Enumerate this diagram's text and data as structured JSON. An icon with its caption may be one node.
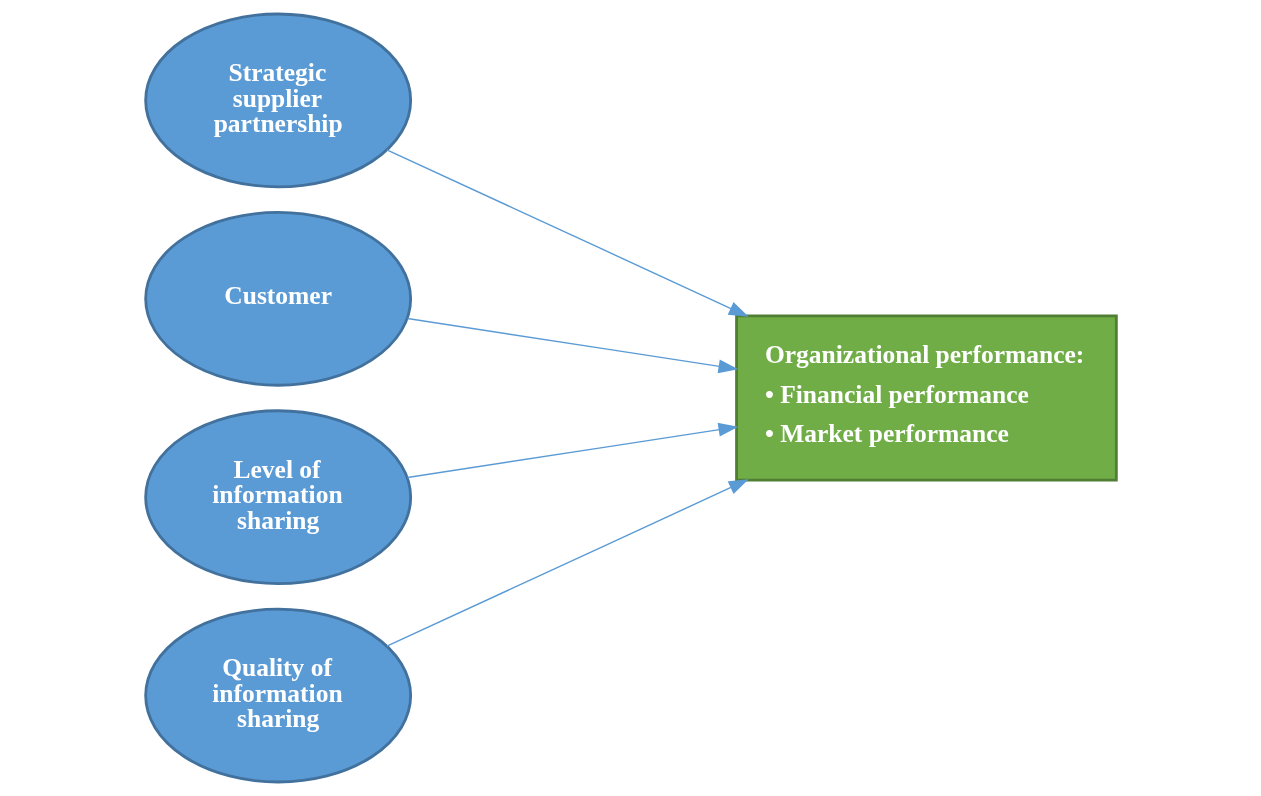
{
  "diagram": {
    "nodes": [
      {
        "text": [
          "Strategic supplier partnership"
        ]
      },
      {
        "text": [
          "Customer"
        ]
      },
      {
        "text": [
          "Level of information sharing"
        ]
      },
      {
        "text": [
          "Quality of information sharing"
        ]
      },
      {
        "text": [
          "Organizational performance:",
          "• Financial performance",
          "• Market performance"
        ]
      }
    ],
    "edges": [
      {
        "from": 0,
        "to": 4,
        "arrow": "to"
      },
      {
        "from": 1,
        "to": 4,
        "arrow": "to"
      },
      {
        "from": 2,
        "to": 4,
        "arrow": "to"
      },
      {
        "from": 3,
        "to": 4,
        "arrow": "to"
      }
    ]
  }
}
